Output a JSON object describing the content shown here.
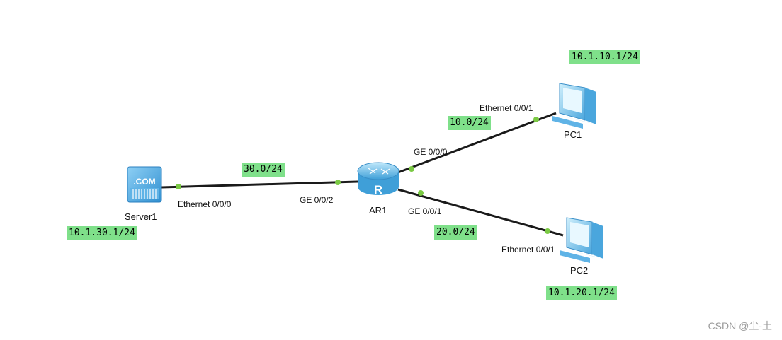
{
  "devices": {
    "server": {
      "name": "Server1",
      "icon": "server-com-icon",
      "icon_text": ".COM"
    },
    "router": {
      "name": "AR1",
      "icon": "router-icon",
      "icon_text": "R"
    },
    "pc1": {
      "name": "PC1",
      "icon": "pc-icon"
    },
    "pc2": {
      "name": "PC2",
      "icon": "pc-icon"
    }
  },
  "ports": {
    "server_eth": "Ethernet 0/0/0",
    "router_ge002": "GE 0/0/2",
    "router_ge000": "GE 0/0/0",
    "router_ge001": "GE 0/0/1",
    "pc1_eth": "Ethernet 0/0/1",
    "pc2_eth": "Ethernet 0/0/1"
  },
  "networks": {
    "server_link": "30.0/24",
    "pc1_link": "10.0/24",
    "pc2_link": "20.0/24"
  },
  "addresses": {
    "server_ip": "10.1.30.1/24",
    "pc1_ip": "10.1.10.1/24",
    "pc2_ip": "10.1.20.1/24"
  },
  "colors": {
    "link": "#1a1a1a",
    "port_dot": "#7ac943",
    "tag_bg": "#7fe08a",
    "device_blue": "#4aa6dd"
  },
  "watermark": "CSDN @尘-土"
}
